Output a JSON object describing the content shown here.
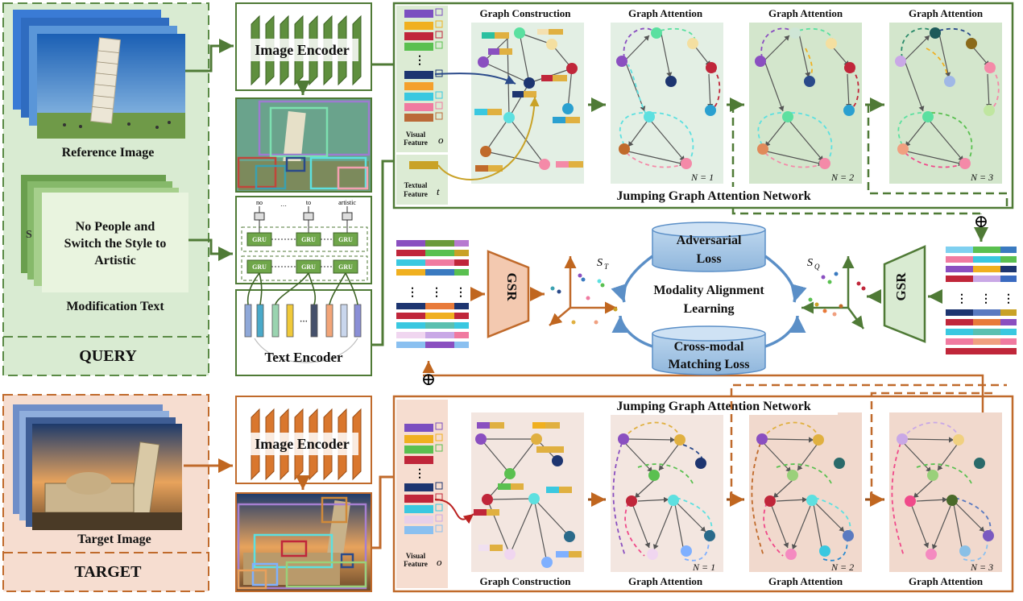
{
  "query": {
    "reference_image_label": "Reference Image",
    "modification_text": "No People and Switch the Style to Artistic",
    "modification_text_lines": [
      "No People and",
      "Switch the Style to",
      "Artistic"
    ],
    "modification_text_label": "Modification Text",
    "section_label": "QUERY"
  },
  "target": {
    "target_image_label": "Target Image",
    "section_label": "TARGET"
  },
  "encoders": {
    "image_encoder_top": "Image Encoder",
    "image_encoder_bottom": "Image Encoder",
    "text_encoder": "Text Encoder",
    "gru_label": "GRU",
    "gru_words": [
      "no",
      "…",
      "to",
      "artistic"
    ]
  },
  "graph_top": {
    "visual_feature_label": [
      "Visual",
      "Feature"
    ],
    "visual_feature_symbol": "o",
    "textual_feature_label": [
      "Textual",
      "Feature"
    ],
    "textual_feature_symbol": "t",
    "panel_titles": [
      "Graph Construction",
      "Graph Attention",
      "Graph Attention",
      "Graph Attention"
    ],
    "n_labels": [
      "N = 1",
      "N = 2",
      "N = 3"
    ],
    "network_name": "Jumping Graph Attention Network"
  },
  "graph_bottom": {
    "visual_feature_label": [
      "Visual",
      "Feature"
    ],
    "visual_feature_symbol": "o",
    "panel_titles": [
      "Graph Construction",
      "Graph Attention",
      "Graph Attention",
      "Graph Attention"
    ],
    "n_labels": [
      "N = 1",
      "N = 2",
      "N = 3"
    ],
    "network_name": "Jumping Graph Attention Network"
  },
  "alignment": {
    "gsr_left": "GSR",
    "gsr_right": "GSR",
    "adversarial_loss": [
      "Adversarial",
      "Loss"
    ],
    "modality_alignment": [
      "Modality Alignment",
      "Learning"
    ],
    "cross_modal_loss": [
      "Cross-modal",
      "Matching Loss"
    ],
    "s_t": "S",
    "s_t_sub": "T",
    "s_q": "S",
    "s_q_sub": "Q",
    "oplus_symbol": "⊕"
  },
  "colors": {
    "query_bg": "#d9ebd2",
    "query_border": "#5a8a45",
    "target_bg": "#f6ddd0",
    "target_border": "#c06a2b",
    "green_dark": "#4f7a36",
    "orange_dark": "#c0661f",
    "alignment_blue": "#9fc3e3"
  }
}
